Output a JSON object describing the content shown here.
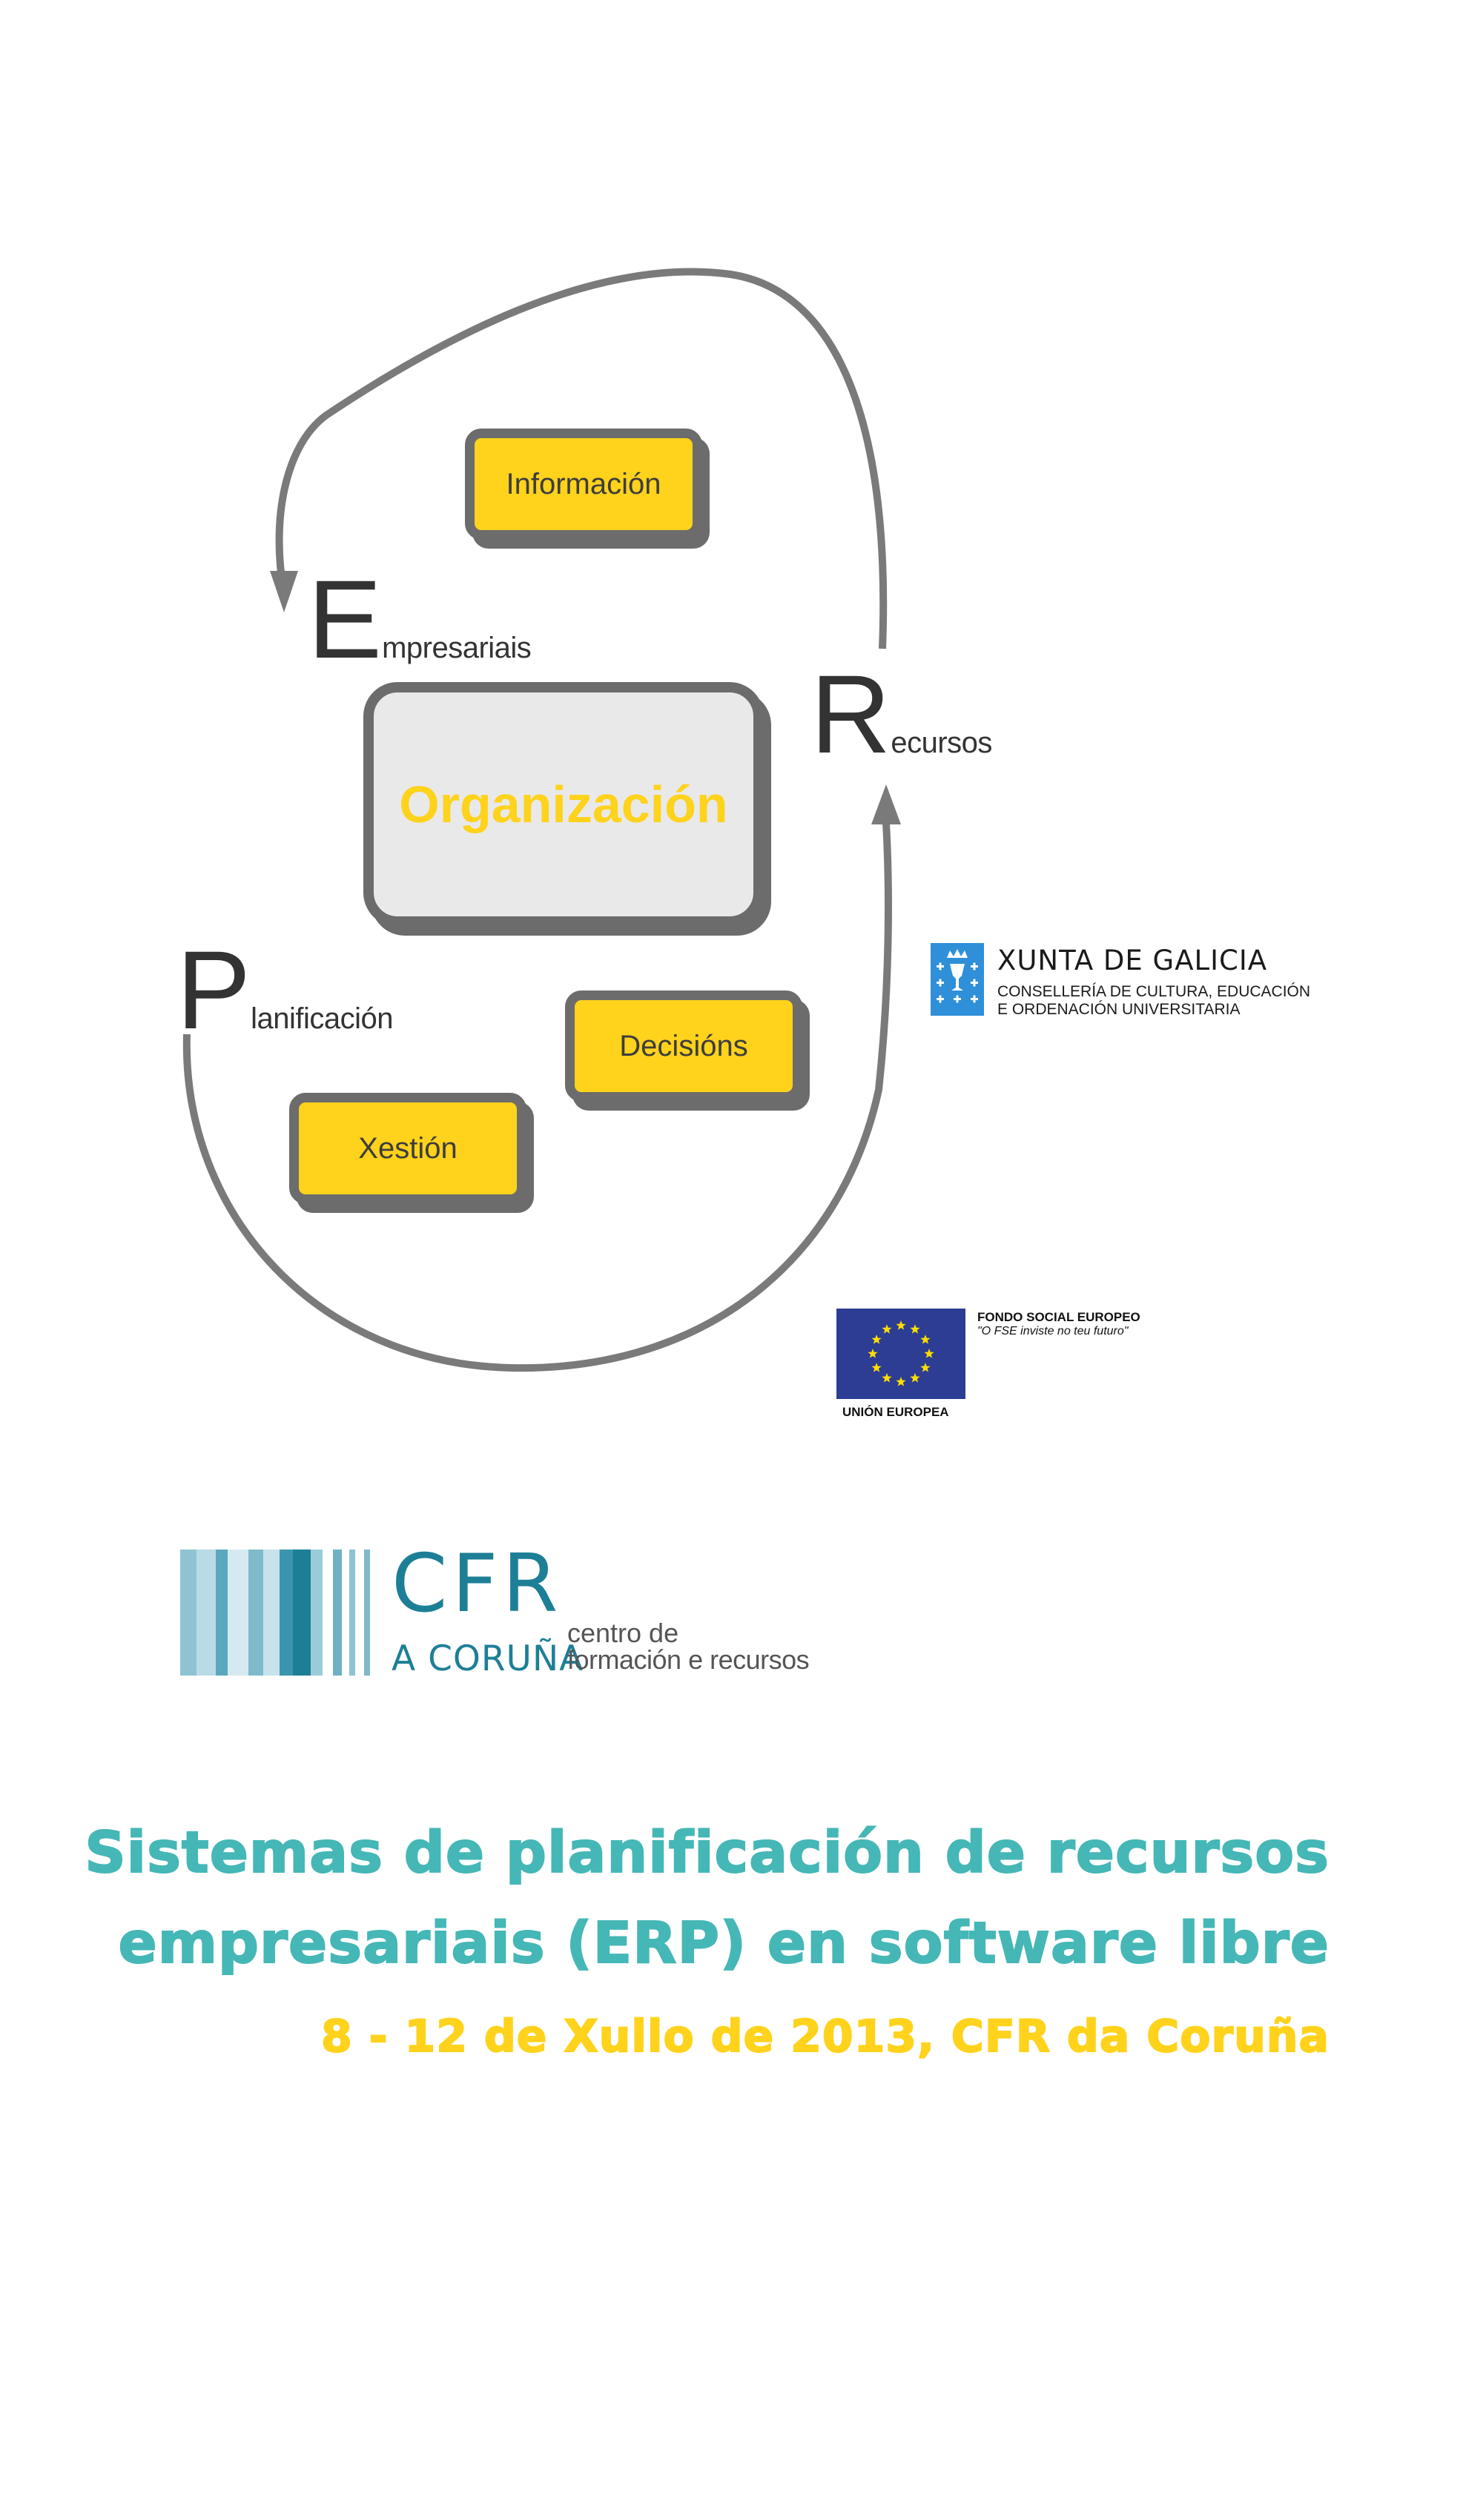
{
  "diagram": {
    "boxes": {
      "informacion": "Información",
      "decisions": "Decisións",
      "xestion": "Xestión"
    },
    "center": "Organización",
    "erp": {
      "e": {
        "initial": "E",
        "rest": "mpresariais"
      },
      "r": {
        "initial": "R",
        "rest": "ecursos"
      },
      "p": {
        "initial": "P",
        "rest": "lanificación"
      }
    },
    "colors": {
      "yellow": "#ffd21c",
      "gray": "#6c6c6c",
      "center_fill": "#e9e9e9"
    }
  },
  "logos": {
    "xunta": {
      "name": "XUNTA DE GALICIA",
      "line1": "CONSELLERÍA DE CULTURA, EDUCACIÓN",
      "line2": "E ORDENACIÓN UNIVERSITARIA",
      "color": "#2f8fd8"
    },
    "eu": {
      "label": "UNIÓN EUROPEA",
      "fund": "FONDO SOCIAL EUROPEO",
      "motto": "\"O FSE inviste no teu futuro\"",
      "color": "#2c3d93"
    },
    "cfr": {
      "letters": "CFR",
      "city": "A CORUÑA",
      "line1": "centro de",
      "line2": "formación e recursos",
      "color": "#1d7f96"
    }
  },
  "title": {
    "line1": "Sistemas de planificación de recursos",
    "line2": "empresariais (ERP) en software libre",
    "date": "8 - 12 de Xullo de 2013, CFR da Coruña",
    "colors": {
      "title": "#45b7b6",
      "date": "#ffd21c"
    }
  }
}
